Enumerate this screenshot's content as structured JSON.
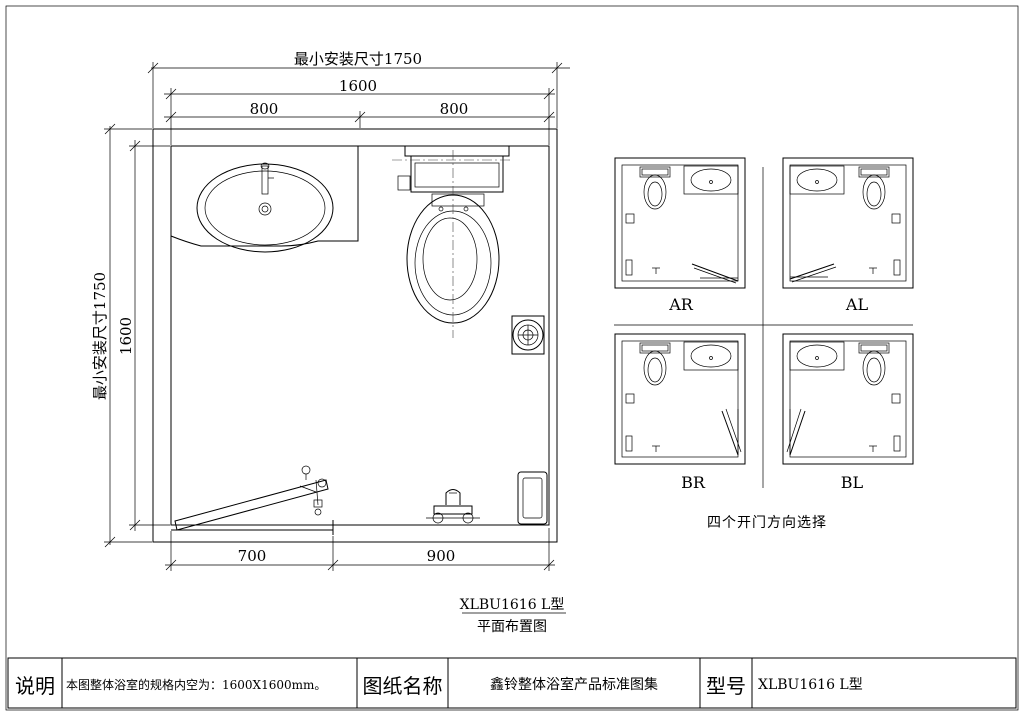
{
  "main_plan": {
    "dim_min_install_top": "最小安装尺寸1750",
    "dim_overall_top": "1600",
    "dim_left_segment_top": "800",
    "dim_right_segment_top": "800",
    "dim_min_install_side": "最小安装尺寸1750",
    "dim_overall_side": "1600",
    "dim_bottom_left": "700",
    "dim_bottom_right": "900",
    "model_label": "XLBU1616 L型",
    "plan_title": "平面布置图"
  },
  "door_options": {
    "variants": [
      {
        "label": "AR"
      },
      {
        "label": "AL"
      },
      {
        "label": "BR"
      },
      {
        "label": "BL"
      }
    ],
    "caption": "四个开门方向选择"
  },
  "title_block": {
    "notes_heading": "说明",
    "notes_text": "本图整体浴室的规格内空为：1600X1600mm。",
    "drawing_name_heading": "图纸名称",
    "drawing_name": "鑫铃整体浴室产品标准图集",
    "model_heading": "型号",
    "model_value": "XLBU1616 L型"
  }
}
